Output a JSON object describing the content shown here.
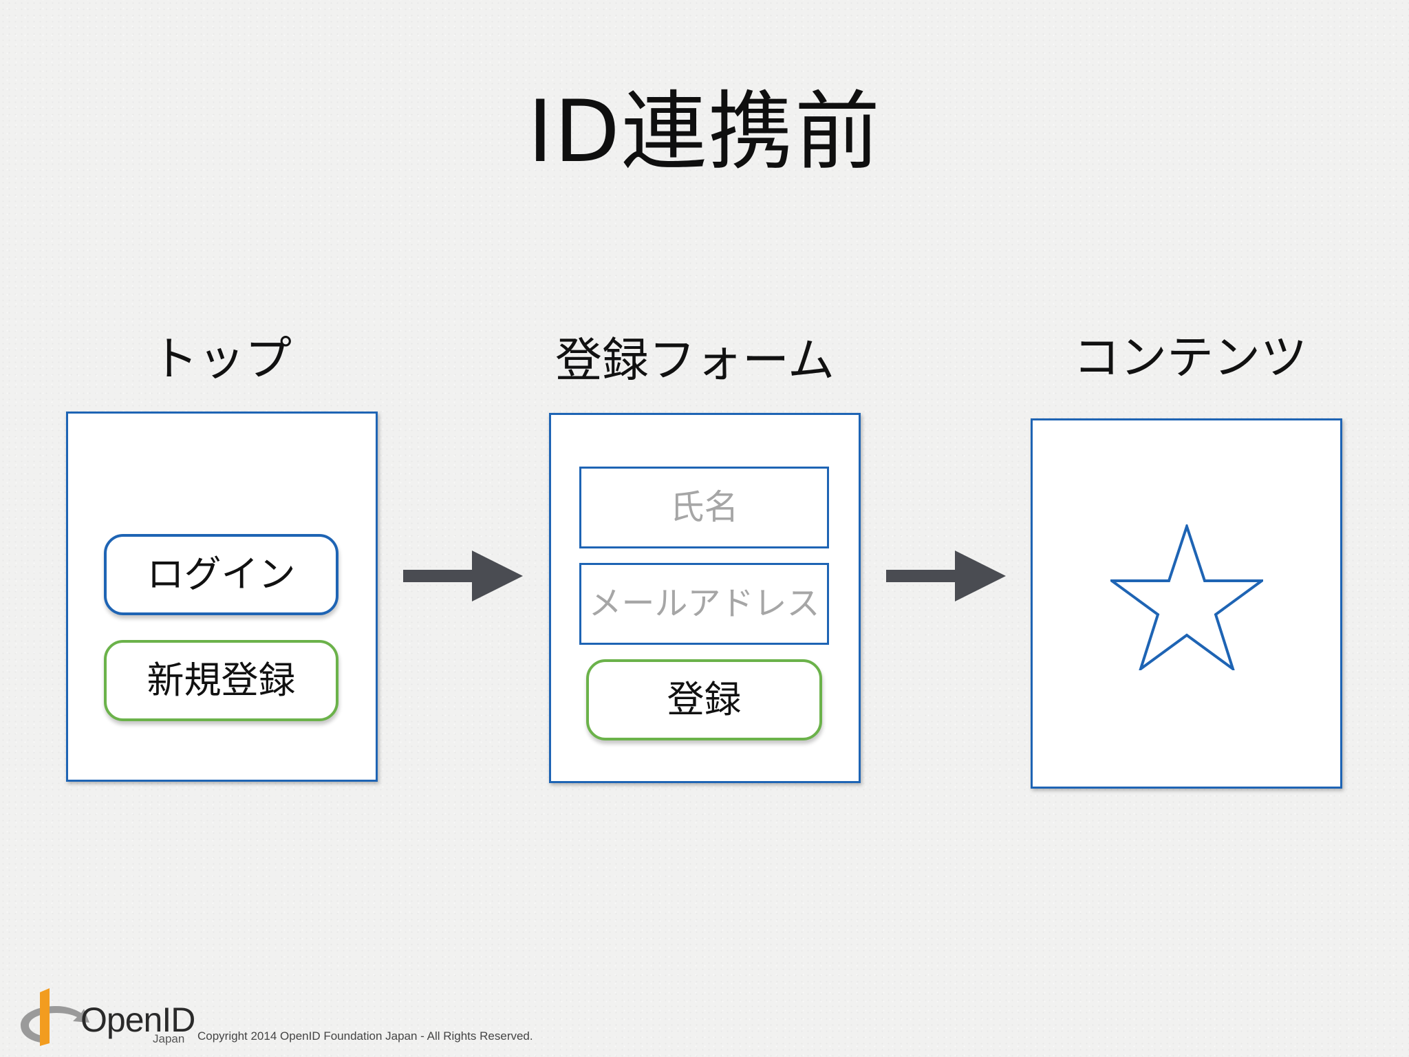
{
  "slide": {
    "title": "ID連携前"
  },
  "columns": {
    "top": {
      "label": "トップ",
      "login_button": "ログイン",
      "signup_button": "新規登録"
    },
    "form": {
      "label": "登録フォーム",
      "name_field": "氏名",
      "email_field": "メールアドレス",
      "submit_button": "登録"
    },
    "content": {
      "label": "コンテンツ",
      "icon": "star-icon"
    }
  },
  "footer": {
    "logo_text": "OpenID",
    "logo_subtext": "Japan",
    "copyright": "Copyright  2014  OpenID Foundation Japan - All Rights Reserved."
  },
  "colors": {
    "frame_blue": "#1e64b4",
    "button_green": "#6bb24a",
    "arrow_gray": "#4a4c52",
    "logo_orange": "#f29c1f",
    "logo_gray": "#999999"
  }
}
